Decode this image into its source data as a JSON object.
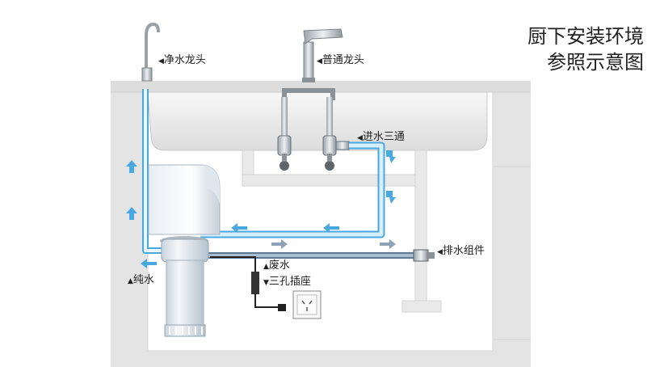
{
  "title": {
    "line1": "厨下安装环境",
    "line2": "参照示意图"
  },
  "labels": {
    "purified_faucet": "净水龙头",
    "normal_faucet": "普通龙头",
    "inlet_tee": "进水三通",
    "drain_kit": "排水组件",
    "waste_water": "废水",
    "socket": "三孔插座",
    "pure_water": "纯水"
  },
  "markers": {
    "left": "◀",
    "up": "▲",
    "down": "▼"
  },
  "colors": {
    "cabinet": "#e6e6e6",
    "cabinet_edge": "#cfcfcf",
    "water_blue": "#a9d8f3",
    "water_outline": "#4aa8e0",
    "waste_line": "#7f97b2",
    "arrow_blue": "#4aa8e0",
    "arrow_gray": "#8ea3b8"
  }
}
